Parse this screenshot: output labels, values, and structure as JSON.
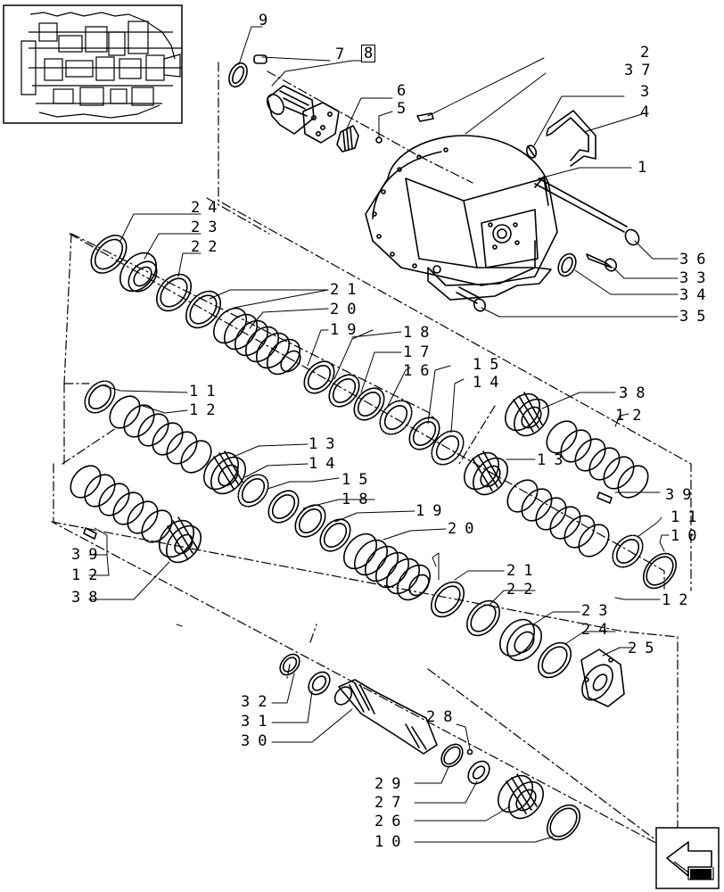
{
  "diagram": {
    "callouts": [
      {
        "id": "c9a",
        "text": "9"
      },
      {
        "id": "c7",
        "text": "7"
      },
      {
        "id": "c8",
        "text": "8"
      },
      {
        "id": "c6",
        "text": "6"
      },
      {
        "id": "c5",
        "text": "5"
      },
      {
        "id": "c2",
        "text": "2"
      },
      {
        "id": "c37",
        "text": "37"
      },
      {
        "id": "c3",
        "text": "3"
      },
      {
        "id": "c4",
        "text": "4"
      },
      {
        "id": "c1",
        "text": "1"
      },
      {
        "id": "c36",
        "text": "36"
      },
      {
        "id": "c33",
        "text": "33"
      },
      {
        "id": "c34",
        "text": "34"
      },
      {
        "id": "c35",
        "text": "35"
      },
      {
        "id": "c24a",
        "text": "24"
      },
      {
        "id": "c23a",
        "text": "23"
      },
      {
        "id": "c22a",
        "text": "22"
      },
      {
        "id": "c21a",
        "text": "21"
      },
      {
        "id": "c20a",
        "text": "20"
      },
      {
        "id": "c19a",
        "text": "19"
      },
      {
        "id": "c18a",
        "text": "18"
      },
      {
        "id": "c17",
        "text": "17"
      },
      {
        "id": "c16",
        "text": "16"
      },
      {
        "id": "c15a",
        "text": "15"
      },
      {
        "id": "c14a",
        "text": "14"
      },
      {
        "id": "c38a",
        "text": "38"
      },
      {
        "id": "c12a",
        "text": "12"
      },
      {
        "id": "c11a",
        "text": "11"
      },
      {
        "id": "c12b",
        "text": "12"
      },
      {
        "id": "c13a",
        "text": "13"
      },
      {
        "id": "c14b",
        "text": "14"
      },
      {
        "id": "c15b",
        "text": "15"
      },
      {
        "id": "c18b",
        "text": "18"
      },
      {
        "id": "c19b",
        "text": "19"
      },
      {
        "id": "c20b",
        "text": "20"
      },
      {
        "id": "c13b",
        "text": "13"
      },
      {
        "id": "c39a",
        "text": "39"
      },
      {
        "id": "c11b",
        "text": "11"
      },
      {
        "id": "c10a",
        "text": "10"
      },
      {
        "id": "c12c",
        "text": "12"
      },
      {
        "id": "c39b",
        "text": "39"
      },
      {
        "id": "c12d",
        "text": "12"
      },
      {
        "id": "c38b",
        "text": "38"
      },
      {
        "id": "c21b",
        "text": "21"
      },
      {
        "id": "c22b",
        "text": "22"
      },
      {
        "id": "c23b",
        "text": "23"
      },
      {
        "id": "c24b",
        "text": "24"
      },
      {
        "id": "c25",
        "text": "25"
      },
      {
        "id": "c32",
        "text": "32"
      },
      {
        "id": "c31",
        "text": "31"
      },
      {
        "id": "c30",
        "text": "30"
      },
      {
        "id": "c28",
        "text": "28"
      },
      {
        "id": "c29",
        "text": "29"
      },
      {
        "id": "c27",
        "text": "27"
      },
      {
        "id": "c26",
        "text": "26"
      },
      {
        "id": "c10b",
        "text": "10"
      }
    ]
  }
}
